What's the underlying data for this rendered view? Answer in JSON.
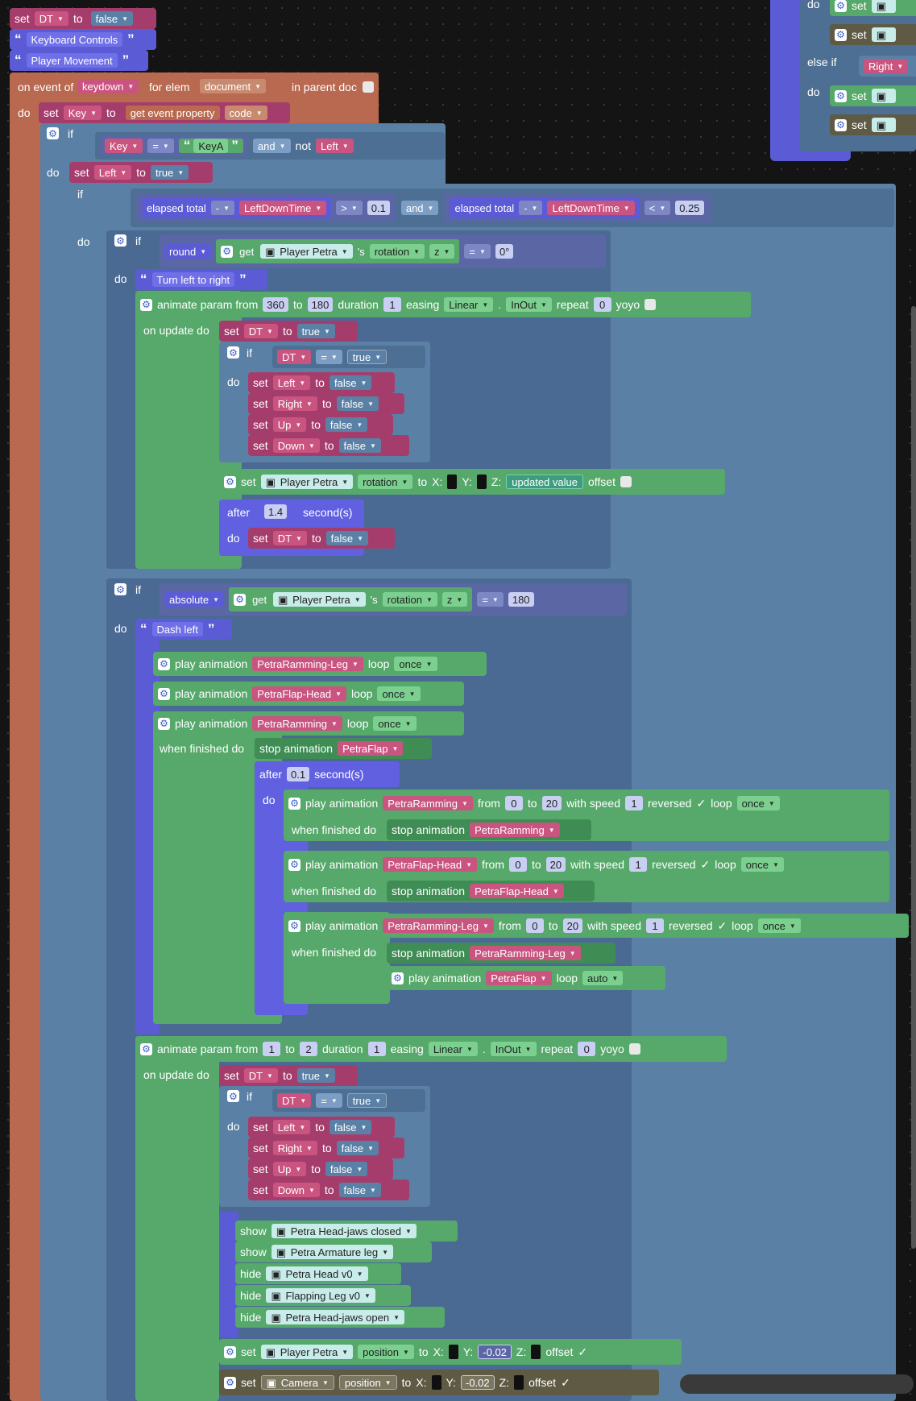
{
  "colors": {
    "variable": "#a53d6c",
    "logic": "#5b80a5",
    "math": "#5b67a5",
    "text": "#5b5bd6",
    "event": "#b8694f",
    "animation": "#56a96a",
    "camera": "#5e5a44",
    "background": "#141414"
  },
  "kw": {
    "set": "set",
    "to": "to",
    "if": "if",
    "do": "do",
    "and": "and",
    "not": "not",
    "else_if": "else if",
    "after": "after",
    "seconds": "second(s)",
    "on_update_do": "on update do",
    "when_finished_do": "when finished do",
    "play_animation": "play animation",
    "stop_animation": "stop animation",
    "loop": "loop",
    "from": "from",
    "with_speed": "with speed",
    "reversed": "reversed",
    "show": "show",
    "hide": "hide",
    "get": "get",
    "s": "'s",
    "eq": "=",
    "gt": ">",
    "lt": "<",
    "minus": "-",
    "dot": ".",
    "x": "X:",
    "y": "Y:",
    "z": "Z:",
    "offset": "offset",
    "duration": "duration",
    "easing": "easing",
    "repeat": "repeat",
    "yoyo": "yoyo",
    "animate_param_from": "animate param from",
    "elapsed_total": "elapsed total",
    "round": "round",
    "absolute": "absolute",
    "check": "✓"
  },
  "top": {
    "dt": "DT",
    "false": "false",
    "keyboard": "Keyboard Controls",
    "movement": "Player Movement"
  },
  "event": {
    "on_event_of": "on event of",
    "keydown": "keydown",
    "for_elem": "for elem",
    "document": "document",
    "in_parent": "in parent doc",
    "get_event_property": "get event property",
    "code": "code"
  },
  "vars": {
    "key": "Key",
    "keyA": "KeyA",
    "left": "Left",
    "right": "Right",
    "up": "Up",
    "down": "Down",
    "dt": "DT",
    "left_down_time": "LeftDownTime",
    "true": "true",
    "false": "false"
  },
  "nums": {
    "n01": "0.1",
    "n025": "0.25",
    "deg0": "0°",
    "n360": "360",
    "n180": "180",
    "n1": "1",
    "n0": "0",
    "n14": "1.4",
    "n2": "2",
    "n20": "20",
    "neg002": "-0.02"
  },
  "objs": {
    "petra": "Player Petra",
    "rotation": "rotation",
    "z": "z",
    "position": "position",
    "camera": "Camera",
    "updated": "updated value",
    "linear": "Linear",
    "inout": "InOut"
  },
  "comments": {
    "turn": "Turn left  to right",
    "dash": "Dash left"
  },
  "anims": {
    "ram_leg": "PetraRamming-Leg",
    "flap_head": "PetraFlap-Head",
    "ram": "PetraRamming",
    "flap": "PetraFlap",
    "once": "once",
    "auto": "auto"
  },
  "show": [
    "Petra Head-jaws closed",
    "Petra Armature leg"
  ],
  "hide": [
    "Petra Head v0",
    "Flapping Leg v0",
    "Petra Head-jaws open"
  ]
}
